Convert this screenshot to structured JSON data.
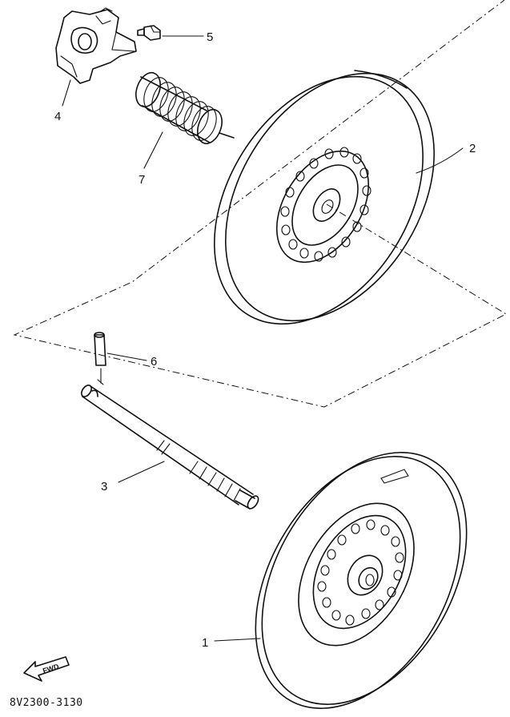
{
  "callouts": {
    "c1": "1",
    "c2": "2",
    "c3": "3",
    "c4": "4",
    "c5": "5",
    "c6": "6",
    "c7": "7"
  },
  "fwd_badge": "FWD",
  "drawing_code": "8V2300-3130",
  "colors": {
    "ink": "#111111",
    "paper": "#ffffff"
  }
}
